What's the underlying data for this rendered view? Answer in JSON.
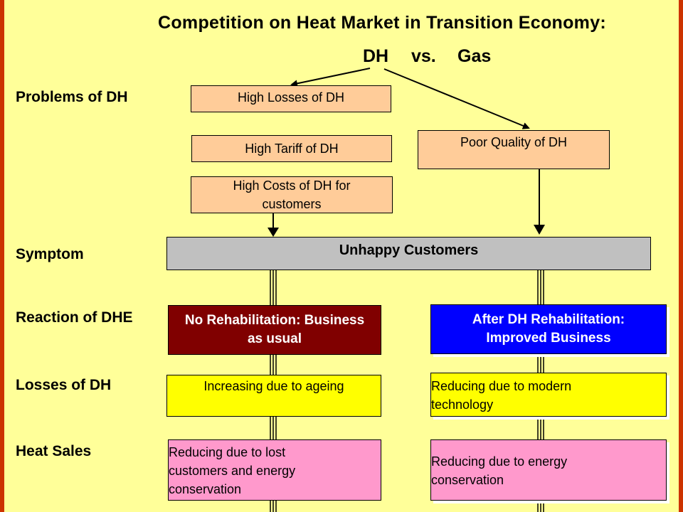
{
  "title": "Competition on Heat Market in Transition Economy:",
  "versus": {
    "left": "DH",
    "middle": "vs.",
    "right": "Gas"
  },
  "row_labels": {
    "problems": "Problems of DH",
    "symptom": "Symptom",
    "reaction": "Reaction of DHE",
    "losses": "Losses of DH",
    "sales": "Heat Sales"
  },
  "problems": {
    "high_losses": "High Losses of DH",
    "high_tariff": "High Tariff of DH",
    "high_costs_line1": "High Costs of DH for",
    "high_costs_line2": "customers",
    "poor_quality": "Poor Quality of DH"
  },
  "symptom": "Unhappy Customers",
  "reaction": {
    "left_line1": "No Rehabilitation: Business",
    "left_line2": "as usual",
    "right_line1": "After DH Rehabilitation:",
    "right_line2": "Improved Business"
  },
  "losses": {
    "left": "Increasing due to ageing",
    "right_line1": "Reducing due to modern",
    "right_line2": "technology"
  },
  "sales": {
    "left_line1": "Reducing due to lost",
    "left_line2": "customers and energy",
    "left_line3": "conservation",
    "right_line1": "Reducing due to energy",
    "right_line2": "conservation"
  },
  "colors": {
    "background": "#FFFF99",
    "peach": "#FFCC99",
    "grey": "#C0C0C0",
    "dark_red": "#800000",
    "blue": "#0000FF",
    "yellow": "#FFFF00",
    "pink": "#FF99CC"
  }
}
